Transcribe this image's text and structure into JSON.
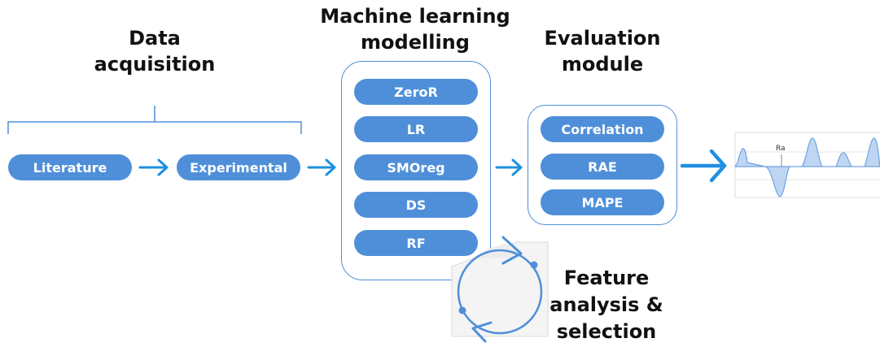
{
  "headings": {
    "data_acquisition": "Data\nacquisition",
    "ml_modelling": "Machine learning\nmodelling",
    "evaluation": "Evaluation\nmodule",
    "feature": "Feature\nanalysis &\nselection"
  },
  "data_sources": [
    "Literature",
    "Experimental"
  ],
  "models": [
    "ZeroR",
    "LR",
    "SMOreg",
    "DS",
    "RF"
  ],
  "metrics": [
    "Correlation",
    "RAE",
    "MAPE"
  ],
  "profile": {
    "peak_label": "Ra"
  },
  "colors": {
    "accent": "#4f8fd9",
    "arrow": "#1f8fe0",
    "profile_fill": "#a9c8ef"
  }
}
